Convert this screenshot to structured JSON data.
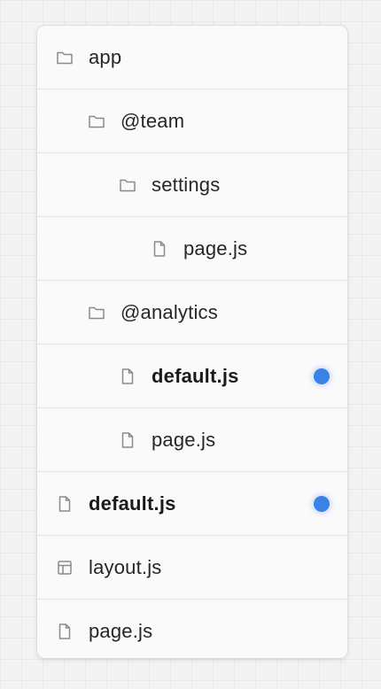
{
  "tree": {
    "rows": [
      {
        "label": "app",
        "icon": "folder-icon",
        "depth": 0
      },
      {
        "label": "@team",
        "icon": "folder-icon",
        "depth": 1
      },
      {
        "label": "settings",
        "icon": "folder-icon",
        "depth": 2
      },
      {
        "label": "page.js",
        "icon": "file-icon",
        "depth": 3
      },
      {
        "label": "@analytics",
        "icon": "folder-icon",
        "depth": 1
      },
      {
        "label": "default.js",
        "icon": "file-icon",
        "depth": 2,
        "bold": true,
        "marker": "blue-dot"
      },
      {
        "label": "page.js",
        "icon": "file-icon",
        "depth": 2
      },
      {
        "label": "default.js",
        "icon": "file-icon",
        "depth": 0,
        "bold": true,
        "marker": "blue-dot"
      },
      {
        "label": "layout.js",
        "icon": "layout-icon",
        "depth": 0
      },
      {
        "label": "page.js",
        "icon": "file-icon",
        "depth": 0
      }
    ]
  },
  "colors": {
    "marker": "#3b82e6",
    "icon_stroke": "#8a8a8a",
    "text": "#262626"
  }
}
